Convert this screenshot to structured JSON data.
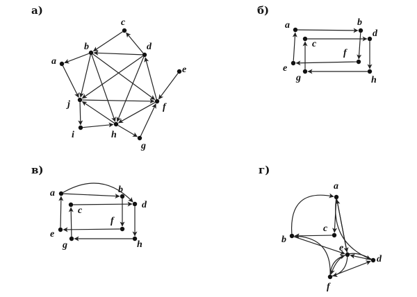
{
  "panels": [
    {
      "id": "a",
      "label": "а)",
      "nodes": [
        {
          "id": "c",
          "label": "c"
        },
        {
          "id": "b",
          "label": "b"
        },
        {
          "id": "d",
          "label": "d"
        },
        {
          "id": "a",
          "label": "a"
        },
        {
          "id": "e",
          "label": "e"
        },
        {
          "id": "j",
          "label": "j"
        },
        {
          "id": "f",
          "label": "f"
        },
        {
          "id": "i",
          "label": "i"
        },
        {
          "id": "h",
          "label": "h"
        },
        {
          "id": "g",
          "label": "g"
        }
      ],
      "edges": [
        {
          "from": "c",
          "to": "b"
        },
        {
          "from": "d",
          "to": "c"
        },
        {
          "from": "d",
          "to": "b"
        },
        {
          "from": "b",
          "to": "a"
        },
        {
          "from": "a",
          "to": "j"
        },
        {
          "from": "b",
          "to": "j"
        },
        {
          "from": "b",
          "to": "h"
        },
        {
          "from": "b",
          "to": "f"
        },
        {
          "from": "d",
          "to": "j"
        },
        {
          "from": "d",
          "to": "h"
        },
        {
          "from": "e",
          "to": "f"
        },
        {
          "from": "f",
          "to": "d"
        },
        {
          "from": "j",
          "to": "f"
        },
        {
          "from": "j",
          "to": "i"
        },
        {
          "from": "i",
          "to": "h"
        },
        {
          "from": "h",
          "to": "j"
        },
        {
          "from": "h",
          "to": "g"
        },
        {
          "from": "g",
          "to": "f"
        },
        {
          "from": "f",
          "to": "h"
        }
      ]
    },
    {
      "id": "b",
      "label": "б)",
      "nodes": [
        {
          "id": "a",
          "label": "a"
        },
        {
          "id": "b",
          "label": "b"
        },
        {
          "id": "c",
          "label": "c"
        },
        {
          "id": "d",
          "label": "d"
        },
        {
          "id": "f",
          "label": "f"
        },
        {
          "id": "e",
          "label": "e"
        },
        {
          "id": "g",
          "label": "g"
        },
        {
          "id": "h",
          "label": "h"
        }
      ],
      "edges": [
        {
          "from": "a",
          "to": "b"
        },
        {
          "from": "b",
          "to": "f"
        },
        {
          "from": "c",
          "to": "d"
        },
        {
          "from": "d",
          "to": "h"
        },
        {
          "from": "h",
          "to": "g"
        },
        {
          "from": "g",
          "to": "c"
        },
        {
          "from": "e",
          "to": "a"
        },
        {
          "from": "f",
          "to": "e"
        }
      ]
    },
    {
      "id": "c",
      "label": "в)",
      "nodes": [
        {
          "id": "a",
          "label": "a"
        },
        {
          "id": "b",
          "label": "b"
        },
        {
          "id": "c",
          "label": "c"
        },
        {
          "id": "d",
          "label": "d"
        },
        {
          "id": "f",
          "label": "f"
        },
        {
          "id": "e",
          "label": "e"
        },
        {
          "id": "g",
          "label": "g"
        },
        {
          "id": "h",
          "label": "h"
        }
      ],
      "edges": [
        {
          "from": "a",
          "to": "b"
        },
        {
          "from": "a",
          "to": "d",
          "curve": true
        },
        {
          "from": "b",
          "to": "f"
        },
        {
          "from": "c",
          "to": "d"
        },
        {
          "from": "d",
          "to": "h"
        },
        {
          "from": "h",
          "to": "g"
        },
        {
          "from": "g",
          "to": "c"
        },
        {
          "from": "e",
          "to": "a"
        },
        {
          "from": "f",
          "to": "e"
        }
      ]
    },
    {
      "id": "d",
      "label": "г)",
      "nodes": [
        {
          "id": "a",
          "label": "a"
        },
        {
          "id": "c",
          "label": "c"
        },
        {
          "id": "b",
          "label": "b"
        },
        {
          "id": "e",
          "label": "e"
        },
        {
          "id": "d",
          "label": "d"
        },
        {
          "id": "f",
          "label": "f"
        }
      ],
      "edges": [
        {
          "from": "a",
          "to": "c"
        },
        {
          "from": "c",
          "to": "b"
        },
        {
          "from": "b",
          "to": "a",
          "curve": true
        },
        {
          "from": "a",
          "to": "d",
          "curve": true
        },
        {
          "from": "d",
          "to": "f",
          "curve": true
        },
        {
          "from": "f",
          "to": "b",
          "curve": true
        },
        {
          "from": "a",
          "to": "e"
        },
        {
          "from": "b",
          "to": "e"
        },
        {
          "from": "d",
          "to": "e"
        },
        {
          "from": "e",
          "to": "a"
        },
        {
          "from": "e",
          "to": "f",
          "curve": true
        },
        {
          "from": "f",
          "to": "e",
          "curve": true
        },
        {
          "from": "f",
          "to": "d"
        }
      ]
    }
  ]
}
